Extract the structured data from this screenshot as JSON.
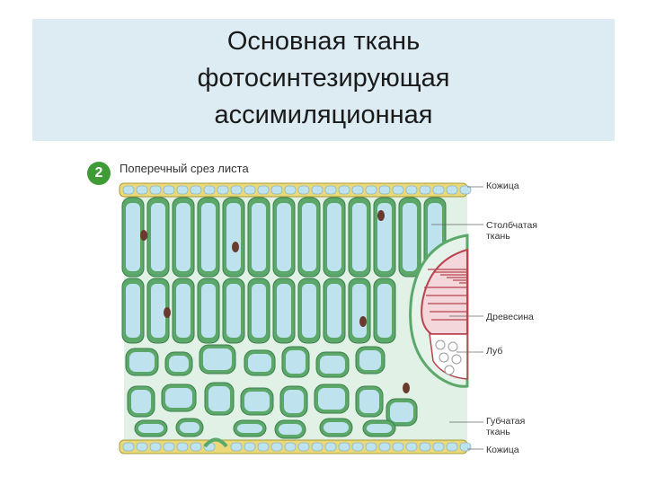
{
  "title": {
    "lines": [
      "Основная ткань",
      "фотосинтезирующая",
      "ассимиляционная"
    ]
  },
  "figure": {
    "number": "2",
    "caption": "Поперечный срез листа",
    "labels": {
      "epidermis_top": "Кожица",
      "palisade": [
        "Столбчатая",
        "ткань"
      ],
      "xylem": "Древесина",
      "phloem": "Луб",
      "spongy": [
        "Губчатая",
        "ткань"
      ],
      "epidermis_bottom": "Кожица"
    },
    "colors": {
      "cell_wall": "#5ba86a",
      "vacuole": "#bfe2ef",
      "epidermis": "#e9d978",
      "xylem": "#b8424e",
      "nucleus": "#6b3a2e"
    }
  }
}
